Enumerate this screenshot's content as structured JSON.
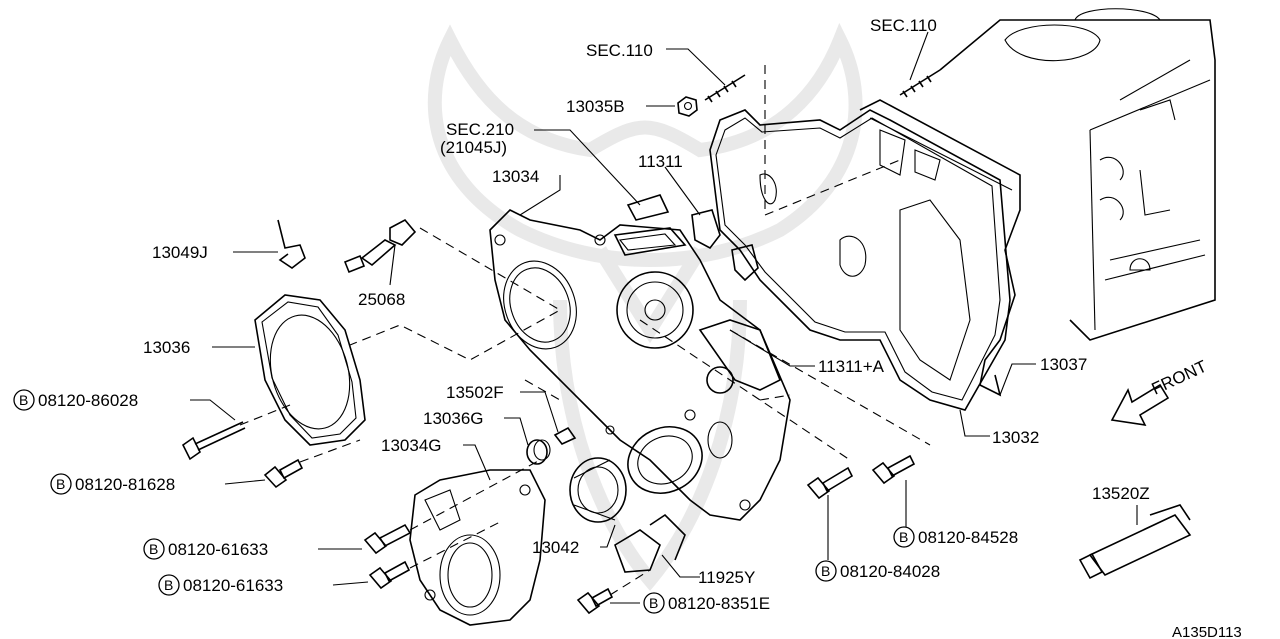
{
  "diagram_id": "A135D113",
  "front_label": "FRONT",
  "bolt_marker": "B",
  "labels": {
    "sec110_a": "SEC.110",
    "sec110_b": "SEC.110",
    "p13035B": "13035B",
    "sec210": "SEC.210",
    "sec210_sub": "(21045J)",
    "p11311": "11311",
    "p13034": "13034",
    "p13049J": "13049J",
    "p25068": "25068",
    "p13036": "13036",
    "b08120_86028": "08120-86028",
    "p13502F": "13502F",
    "p13036G": "13036G",
    "p13034G": "13034G",
    "b08120_81628": "08120-81628",
    "p11311A": "11311+A",
    "p13037": "13037",
    "p13032": "13032",
    "p13520Z": "13520Z",
    "b08120_84528": "08120-84528",
    "b08120_84028": "08120-84028",
    "p13042": "13042",
    "b08120_61633_a": "08120-61633",
    "b08120_61633_b": "08120-61633",
    "p11925Y": "11925Y",
    "b08120_8351E": "08120-8351E"
  }
}
